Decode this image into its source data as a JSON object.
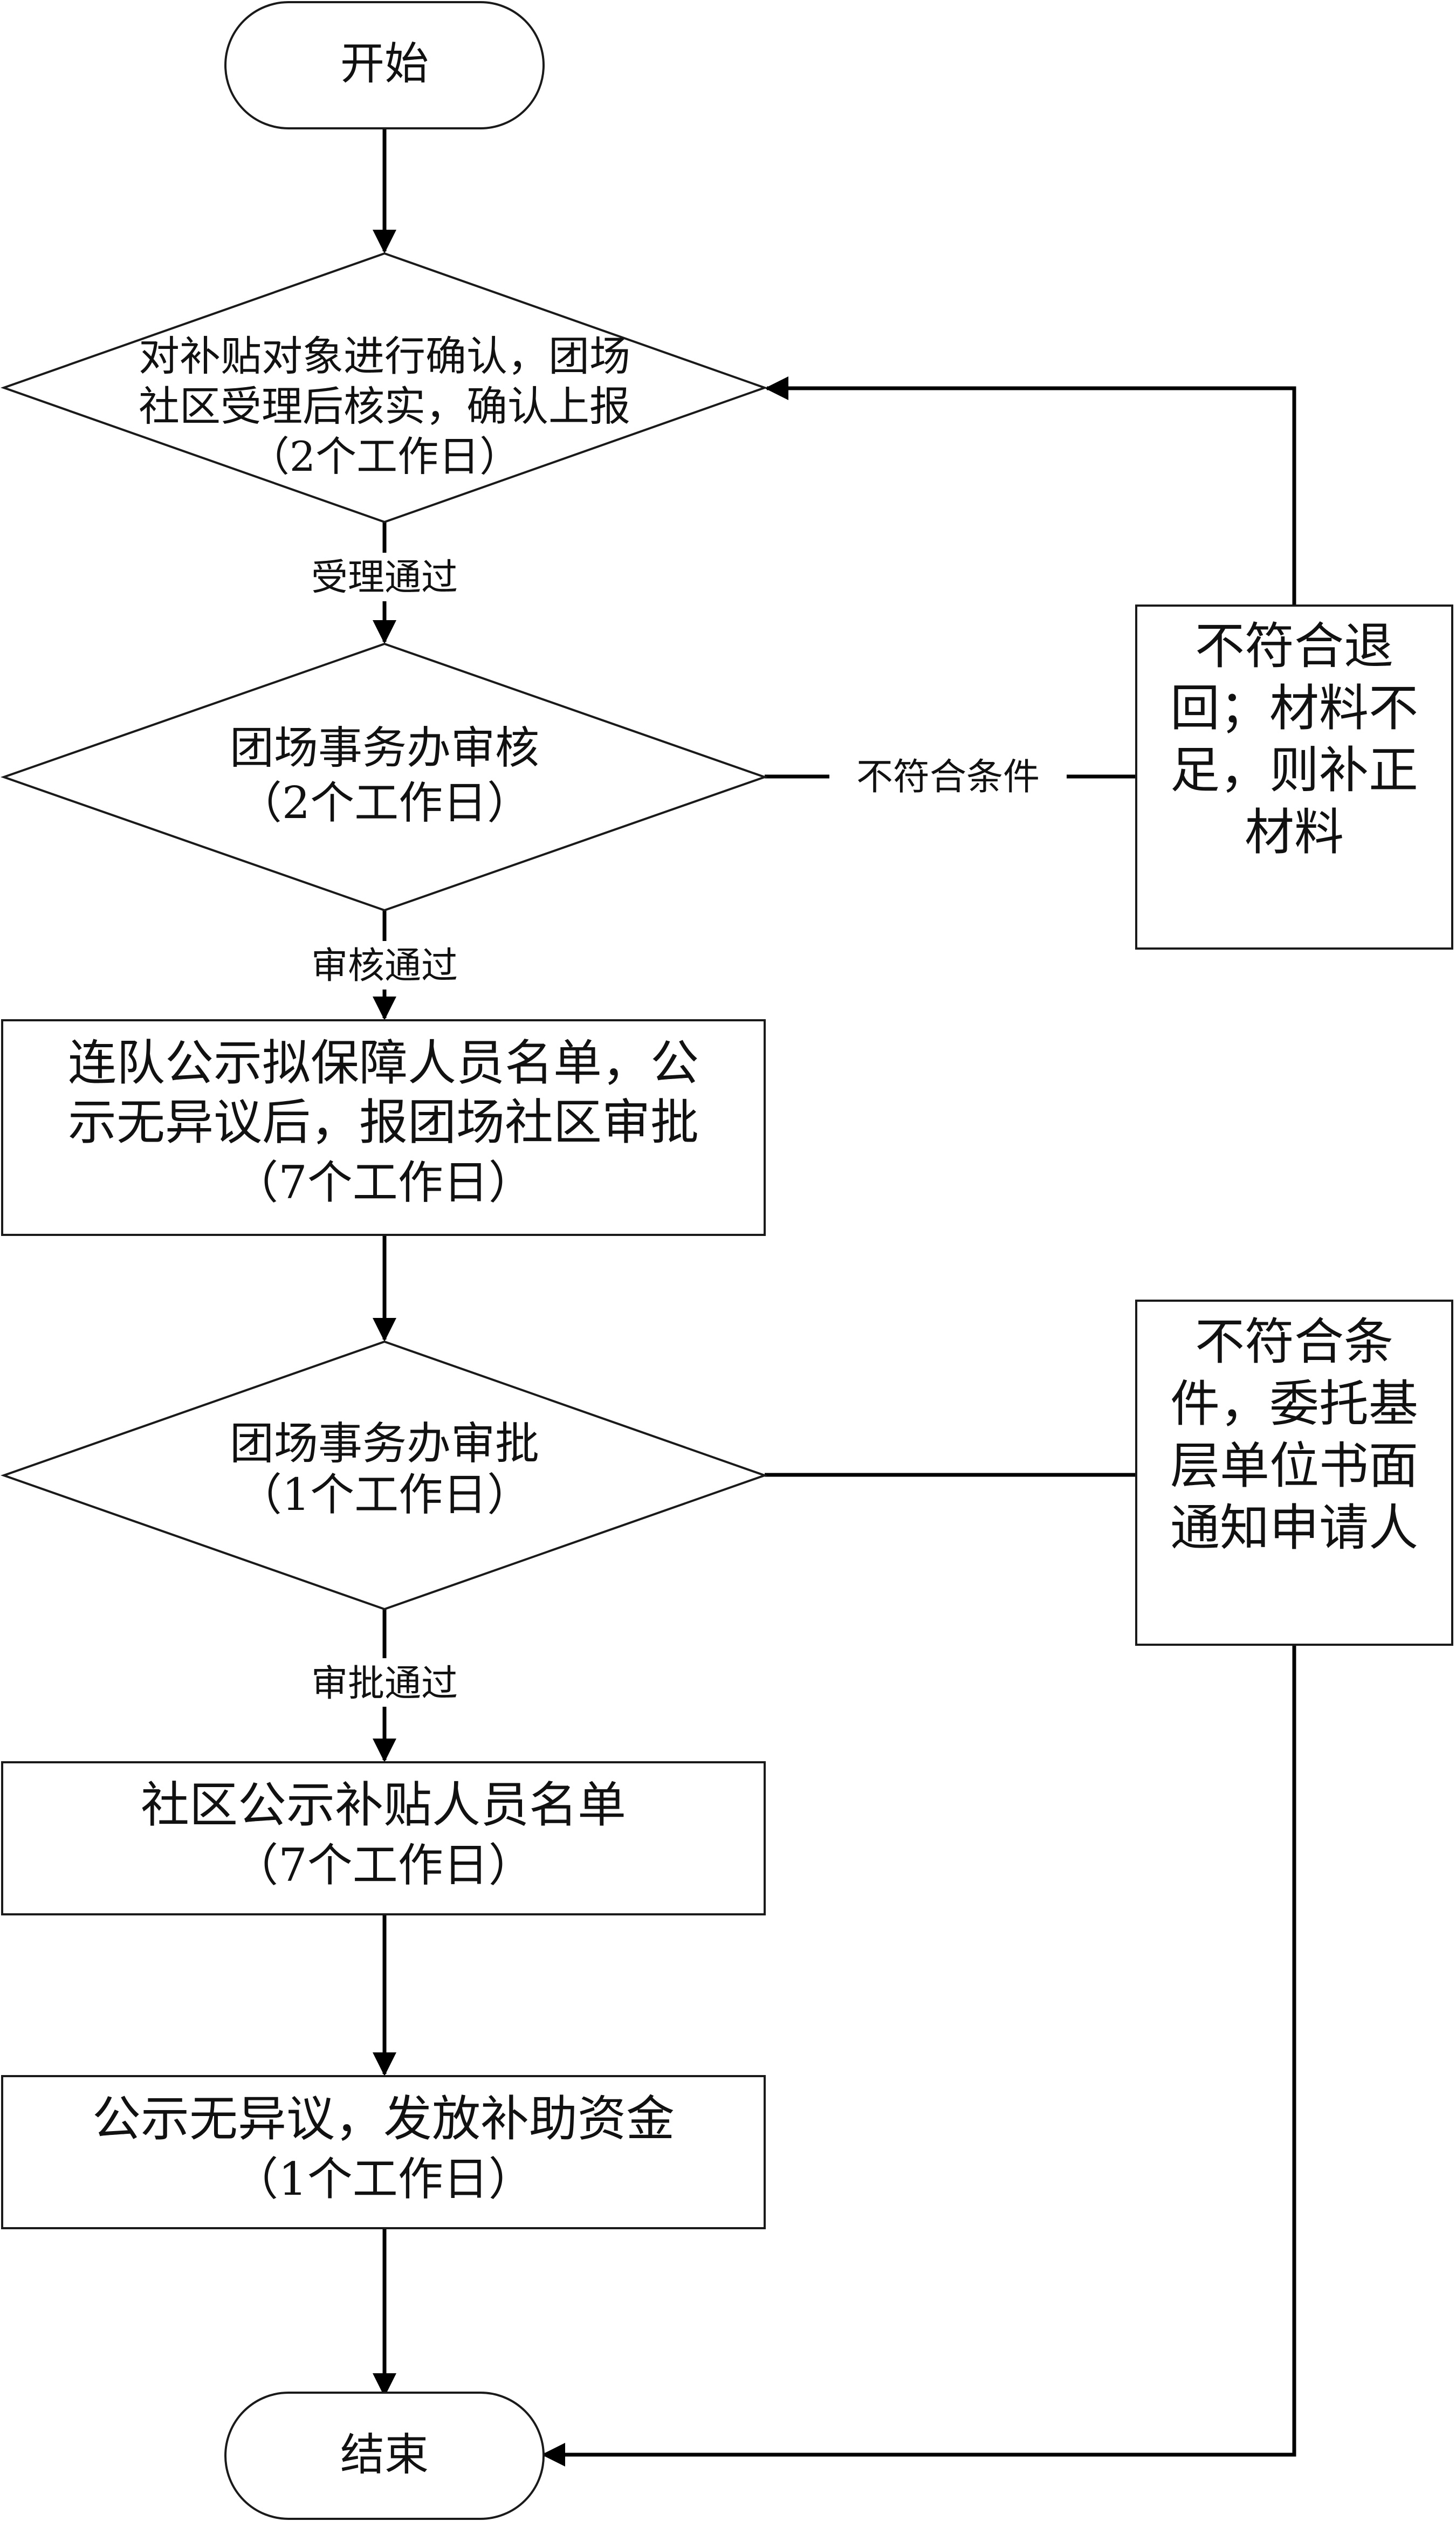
{
  "start": "开始",
  "end": "结束",
  "d1": {
    "l1": "对补贴对象进行确认，团场",
    "l2": "社区受理后核实，确认上报",
    "l3": "（2个工作日）"
  },
  "e1": "受理通过",
  "d2": {
    "l1": "团场事务办审核",
    "l2": "（2个工作日）"
  },
  "e2_reject": "不符合条件",
  "r1": {
    "l1": "不符合退",
    "l2": "回；材料不",
    "l3": "足，则补正",
    "l4": "材料"
  },
  "e2": "审核通过",
  "b1": {
    "l1": "连队公示拟保障人员名单，公",
    "l2": "示无异议后，报团场社区审批",
    "l3": "（7个工作日）"
  },
  "d3": {
    "l1": "团场事务办审批",
    "l2": "（1个工作日）"
  },
  "r2": {
    "l1": "不符合条",
    "l2": "件，委托基",
    "l3": "层单位书面",
    "l4": "通知申请人"
  },
  "e3": "审批通过",
  "b2": {
    "l1": "社区公示补贴人员名单",
    "l2": "（7个工作日）"
  },
  "b3": {
    "l1": "公示无异议，发放补助资金",
    "l2": "（1个工作日）"
  }
}
